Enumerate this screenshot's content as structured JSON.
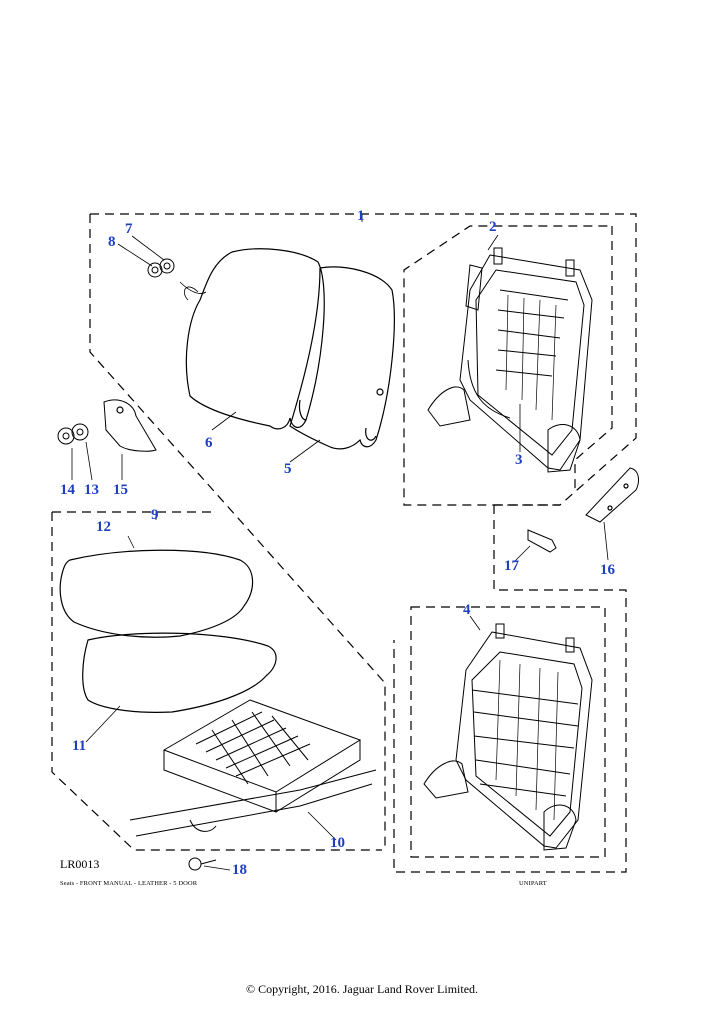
{
  "diagram": {
    "callouts": [
      "1",
      "2",
      "3",
      "4",
      "5",
      "6",
      "7",
      "8",
      "9",
      "10",
      "11",
      "12",
      "13",
      "14",
      "15",
      "16",
      "17",
      "18"
    ],
    "reference_code": "LR0013",
    "caption_left": "Seats - FRONT MANUAL - LEATHER - 5 DOOR",
    "caption_right": "UNIPART"
  },
  "footer": {
    "copyright": "© Copyright, 2016. Jaguar Land Rover Limited."
  },
  "colors": {
    "callout": "#1f3fbf",
    "line": "#000000"
  }
}
